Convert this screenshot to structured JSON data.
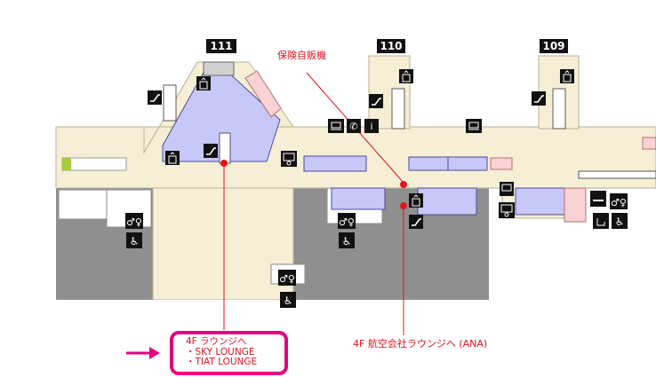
{
  "gates": [
    "111",
    "110",
    "109"
  ],
  "callouts": {
    "insurance_vending": "保険自販機",
    "lounge_ana": "4F 航空会社ラウンジへ (ANA)"
  },
  "lounge_box": {
    "title": "4F ラウンジへ",
    "items": [
      "・SKY LOUNGE",
      "・TIAT LOUNGE"
    ]
  },
  "colors": {
    "concourse": "#f6efd6",
    "gate_area": "#c8c8f8",
    "service_area": "#8f8f8f",
    "shop_pink": "#f9d2d4",
    "callout_red": "#e0141e",
    "highlight_magenta": "#e5007f"
  },
  "icons": [
    "escalator-icon",
    "elevator-icon",
    "computer-icon",
    "telephone-icon",
    "information-icon",
    "atm-icon",
    "restroom-icon",
    "wheelchair-icon",
    "smoking-icon",
    "drinking-fountain-icon",
    "arrow-icon"
  ]
}
